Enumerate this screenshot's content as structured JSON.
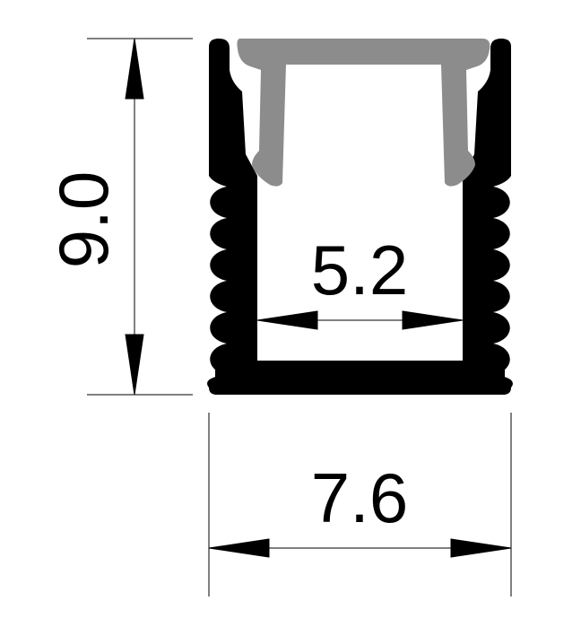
{
  "drawing": {
    "height_dimension": "9.0",
    "inner_width_dimension": "5.2",
    "outer_width_dimension": "7.6",
    "colors": {
      "profile": "#000000",
      "diffuser_cover": "#8c8c8c",
      "background": "#ffffff"
    }
  }
}
